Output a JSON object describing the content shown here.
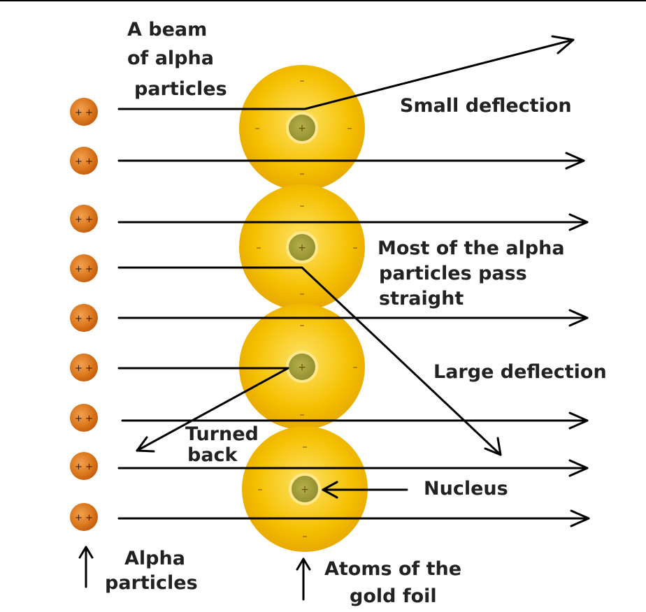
{
  "labels": {
    "beam": [
      "A beam",
      "of alpha",
      "particles"
    ],
    "small_deflection": "Small deflection",
    "most_pass": [
      "Most of the alpha",
      "particles pass",
      "straight"
    ],
    "large_deflection": "Large deflection",
    "turned_back": [
      "Turned",
      "back"
    ],
    "nucleus": "Nucleus",
    "alpha_particles": [
      "Alpha",
      "particles"
    ],
    "atoms": [
      "Atoms of the",
      "gold foil"
    ]
  },
  "symbols": {
    "plus": "+",
    "minus": "–",
    "alpha_charge": "+ +"
  },
  "colors": {
    "atom": "#f1b800",
    "atom_light": "#ffe36a",
    "nucleus": "#a0a03a",
    "nucleus_ring": "#ffe88a",
    "alpha_particle": "#d9761c",
    "arrow": "#000000"
  },
  "counts": {
    "alpha_particles": 9,
    "gold_atoms": 4
  }
}
